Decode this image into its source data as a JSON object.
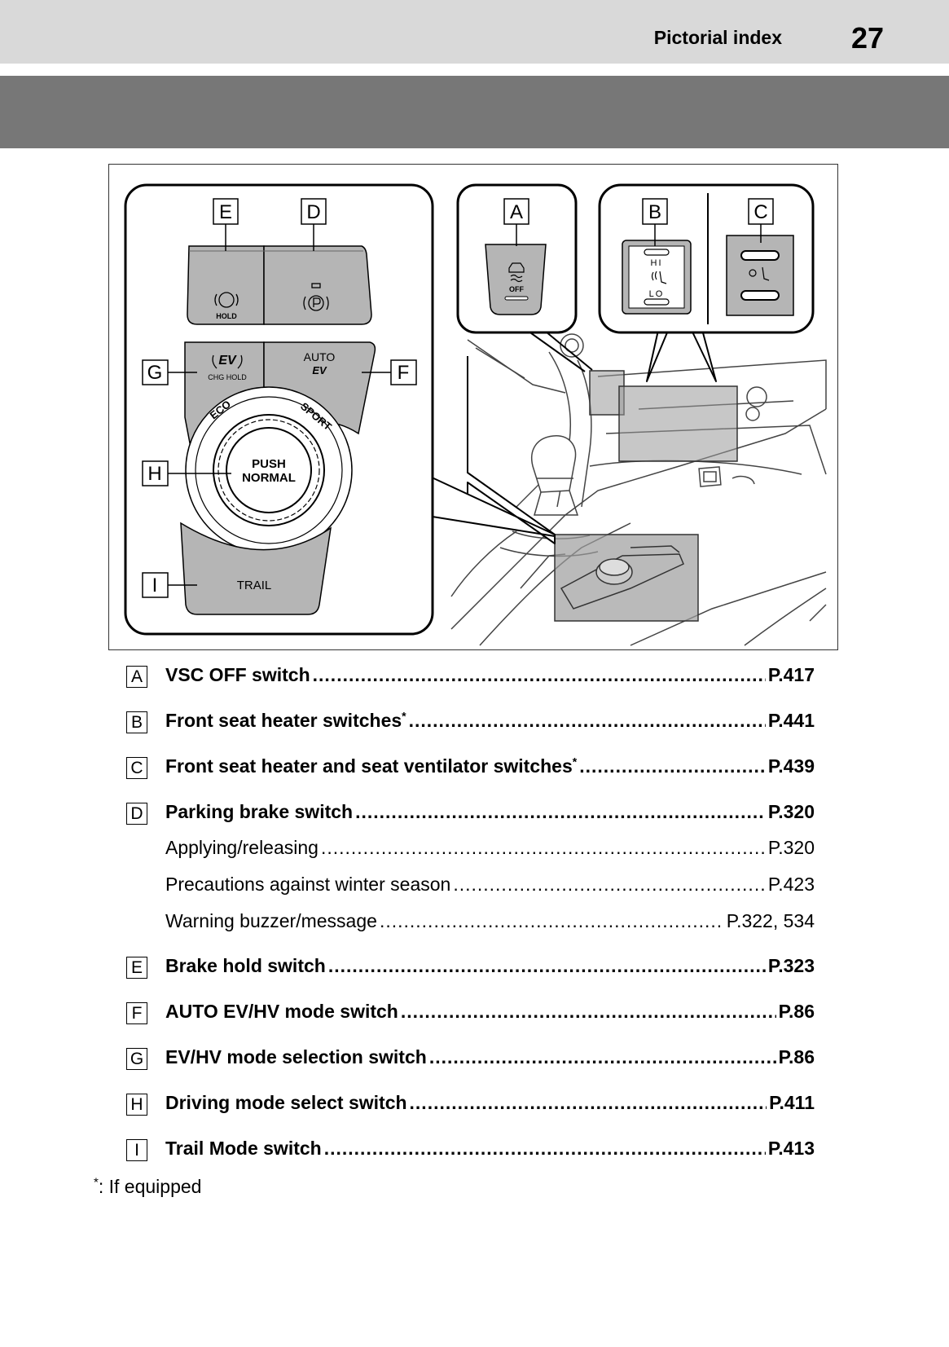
{
  "header": {
    "section_title": "Pictorial index",
    "page_number": "27"
  },
  "figure": {
    "callouts": [
      "A",
      "B",
      "C",
      "D",
      "E",
      "F",
      "G",
      "H",
      "I"
    ],
    "button_texts": {
      "hold": "HOLD",
      "vsc_off": "OFF",
      "heater_hi": "HI",
      "heater_lo": "LO",
      "ev_hv": "EV",
      "chg_hold": "CHG HOLD",
      "auto": "AUTO",
      "auto_ev": "EV",
      "eco": "ECO",
      "sport": "SPORT",
      "push": "PUSH",
      "normal": "NORMAL",
      "trail": "TRAIL"
    },
    "icons": [
      "brake-hold-icon",
      "parking-brake-icon",
      "vsc-off-icon",
      "seat-heater-icon",
      "seat-ventilator-icon"
    ]
  },
  "entries": [
    {
      "letter": "A",
      "title": "VSC OFF switch",
      "asterisk": "",
      "page": "P.417",
      "subs": []
    },
    {
      "letter": "B",
      "title": "Front seat heater switches",
      "asterisk": "*",
      "page": "P.441",
      "subs": []
    },
    {
      "letter": "C",
      "title": "Front seat heater and seat ventilator switches",
      "asterisk": "*",
      "page": "P.439",
      "subs": []
    },
    {
      "letter": "D",
      "title": "Parking brake switch",
      "asterisk": "",
      "page": "P.320",
      "subs": [
        {
          "title": "Applying/releasing",
          "page": "P.320"
        },
        {
          "title": "Precautions against winter season",
          "page": "P.423"
        },
        {
          "title": "Warning buzzer/message",
          "page": "P.322, 534"
        }
      ]
    },
    {
      "letter": "E",
      "title": "Brake hold switch",
      "asterisk": "",
      "page": "P.323",
      "subs": []
    },
    {
      "letter": "F",
      "title": "AUTO EV/HV mode switch",
      "asterisk": "",
      "page": "P.86",
      "subs": []
    },
    {
      "letter": "G",
      "title": "EV/HV mode selection switch",
      "asterisk": "",
      "page": "P.86",
      "subs": []
    },
    {
      "letter": "H",
      "title": "Driving mode select switch",
      "asterisk": "",
      "page": "P.411",
      "subs": []
    },
    {
      "letter": "I",
      "title": "Trail Mode switch",
      "asterisk": "",
      "page": "P.413",
      "subs": []
    }
  ],
  "footnote": {
    "mark": "*",
    "text": ": If equipped"
  }
}
